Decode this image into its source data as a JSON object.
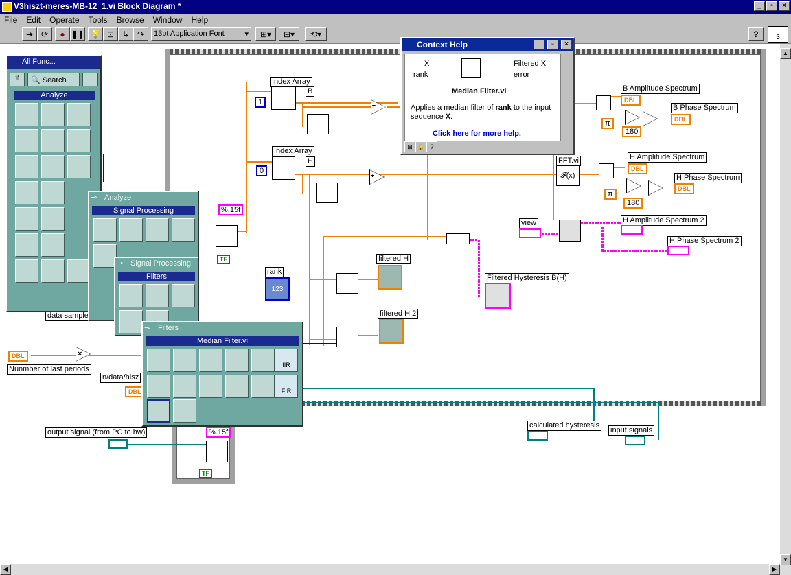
{
  "window": {
    "title": "V3hiszt-meres-MB-12_1.vi Block Diagram *"
  },
  "menu": [
    "File",
    "Edit",
    "Operate",
    "Tools",
    "Browse",
    "Window",
    "Help"
  ],
  "toolbar": {
    "font": "13pt Application Font",
    "help_btn": "?",
    "context_icon_number": "3"
  },
  "context_help": {
    "title": "Context Help",
    "vi_name": "Median Filter.vi",
    "in1": "X",
    "in2": "rank",
    "out1": "Filtered X",
    "out2": "error",
    "desc_pre": "Applies a median filter of ",
    "desc_bold1": "rank",
    "desc_mid": " to the input sequence ",
    "desc_bold2": "X",
    "desc_post": ".",
    "link": "Click here for more help."
  },
  "palettes": {
    "all_functions": {
      "title": "All Func...",
      "search": "Search",
      "section": "Analyze"
    },
    "analyze": {
      "header": "Analyze",
      "section": "Signal Processing"
    },
    "signal_processing": {
      "header": "Signal Processing",
      "section": "Filters"
    },
    "filters": {
      "header": "Filters",
      "section": "Median Filter.vi",
      "iir": "IIR",
      "fir": "FIR"
    }
  },
  "diagram": {
    "index_array_1": "Index Array",
    "index_array_1_term": "B",
    "const_1": "1",
    "index_array_2": "Index Array",
    "index_array_2_term": "H",
    "const_0": "0",
    "b_amplitude": "B Amplitude Spectrum",
    "b_phase": "B Phase Spectrum",
    "h_amplitude": "H Amplitude Spectrum",
    "h_phase": "H Phase Spectrum",
    "h_amplitude_2": "H Amplitude Spectrum 2",
    "h_phase_2": "H Phase Spectrum 2",
    "fft": "FFT.vi",
    "view": "view",
    "const_180_a": "180",
    "const_180_b": "180",
    "pi": "π",
    "format_1": "%.15f",
    "format_2": "%.15f",
    "rank": "rank",
    "rank_value": "123",
    "filtered_h": "filtered H",
    "filtered_h_2": "filtered H 2",
    "filtered_hysteresis": "Filtered Hysteresis B(H)",
    "data_samples": "data samples",
    "num_last_periods": "Nunmber of last periods",
    "path_label": "n/data/hisz",
    "output_signal": "output signal  (from PC to hw)",
    "calculated_hysteresis": "calculated hysteresis",
    "input_signals": "input signals",
    "dbl": "DBL"
  }
}
